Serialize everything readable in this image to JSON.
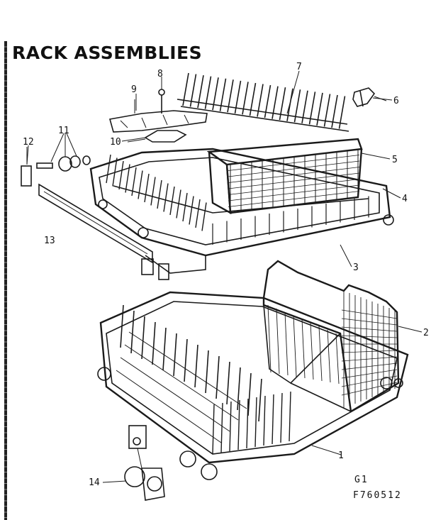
{
  "title": "RACK ASSEMBLIES",
  "callouts": [
    {
      "id": "c1",
      "label": "1"
    },
    {
      "id": "c2",
      "label": "2"
    },
    {
      "id": "c3",
      "label": "3"
    },
    {
      "id": "c4",
      "label": "4"
    },
    {
      "id": "c5",
      "label": "5"
    },
    {
      "id": "c6",
      "label": "6"
    },
    {
      "id": "c7",
      "label": "7"
    },
    {
      "id": "c8",
      "label": "8"
    },
    {
      "id": "c9",
      "label": "9"
    },
    {
      "id": "c10",
      "label": "10"
    },
    {
      "id": "c11",
      "label": "11"
    },
    {
      "id": "c12",
      "label": "12"
    },
    {
      "id": "c13",
      "label": "13"
    },
    {
      "id": "c14",
      "label": "14"
    }
  ],
  "footer": {
    "code1": "G1",
    "code2": "F760512"
  }
}
